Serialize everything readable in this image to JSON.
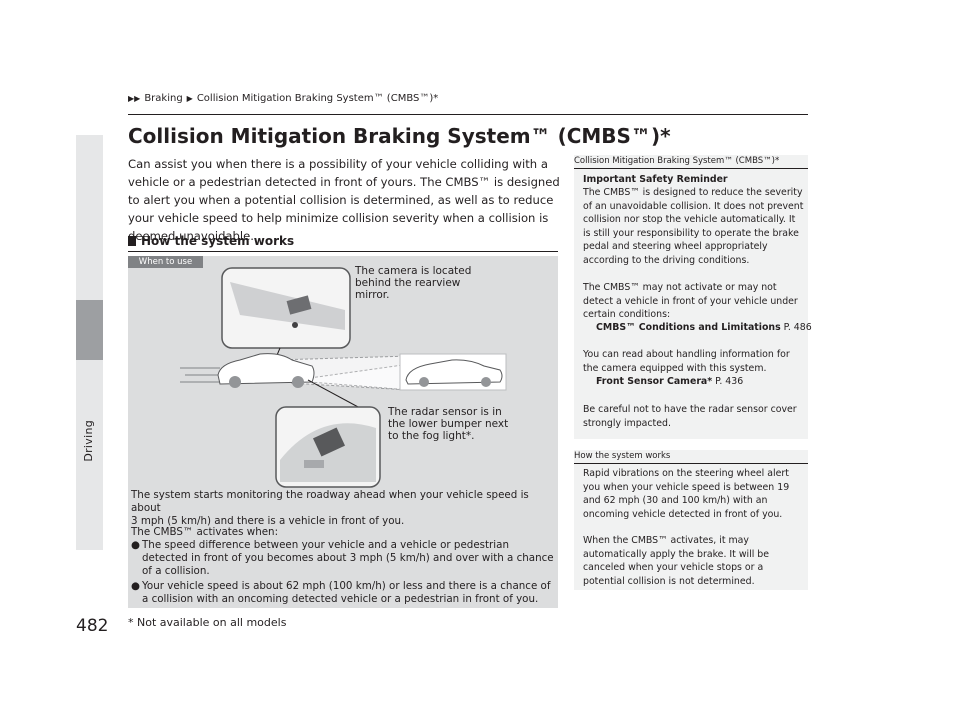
{
  "breadcrumb": {
    "item1": "Braking",
    "item2": "Collision Mitigation Braking System™ (CMBS™)*"
  },
  "title": "Collision Mitigation Braking System™ (CMBS™)*",
  "intro": "Can assist you when there is a possibility of your vehicle colliding with a vehicle or a pedestrian detected in front of yours. The CMBS™ is designed to alert you when a potential collision is determined, as well as to reduce your vehicle speed to help minimize collision severity when a collision is deemed unavoidable.",
  "section": {
    "heading": "How the system works"
  },
  "diagram": {
    "tag": "When to use",
    "camera_caption_1": "The camera is located",
    "camera_caption_2": "behind the rearview",
    "camera_caption_3": "mirror.",
    "radar_caption_1": "The radar sensor is in",
    "radar_caption_2": "the lower bumper next",
    "radar_caption_3": "to the fog light*."
  },
  "panel_text": {
    "monitor_1": "The system starts monitoring the roadway ahead when your vehicle speed is about",
    "monitor_2": "3 mph (5 km/h) and there is a vehicle in front of you.",
    "activates": "The CMBS™ activates when:",
    "bullet1": "The speed difference between your vehicle and a vehicle or pedestrian detected in front of you becomes about 3 mph (5 km/h) and over with a chance of a collision.",
    "bullet2": "Your vehicle speed is about 62 mph (100 km/h) or less and there is a chance of a collision with an oncoming detected vehicle or a pedestrian in front of you."
  },
  "note1": {
    "head": "Collision Mitigation Braking System™ (CMBS™)*",
    "subtitle": "Important Safety Reminder",
    "p1": "The CMBS™ is designed to reduce the severity of an unavoidable collision. It does not prevent collision nor stop the vehicle automatically. It is still your responsibility to operate the brake pedal and steering wheel appropriately according to the driving conditions.",
    "p2": "The CMBS™ may not activate or may not detect a vehicle in front of your vehicle under certain conditions:",
    "ref1": "CMBS™ Conditions and Limitations",
    "ref1_page": "P. 486",
    "p3": "You can read about handling information for the camera equipped with this system.",
    "ref2": "Front Sensor Camera*",
    "ref2_page": "P. 436",
    "p4": "Be careful not to have the radar sensor cover strongly impacted."
  },
  "note2": {
    "head": "How the system works",
    "p1": "Rapid vibrations on the steering wheel alert you when your vehicle speed is between 19 and 62 mph (30 and 100 km/h) with an oncoming vehicle detected in front of you.",
    "p2": "When the CMBS™ activates, it may automatically apply the brake. It will be canceled when your vehicle stops or a potential collision is not determined."
  },
  "side_label": "Driving",
  "page_number": "482",
  "footnote": "* Not available on all models"
}
